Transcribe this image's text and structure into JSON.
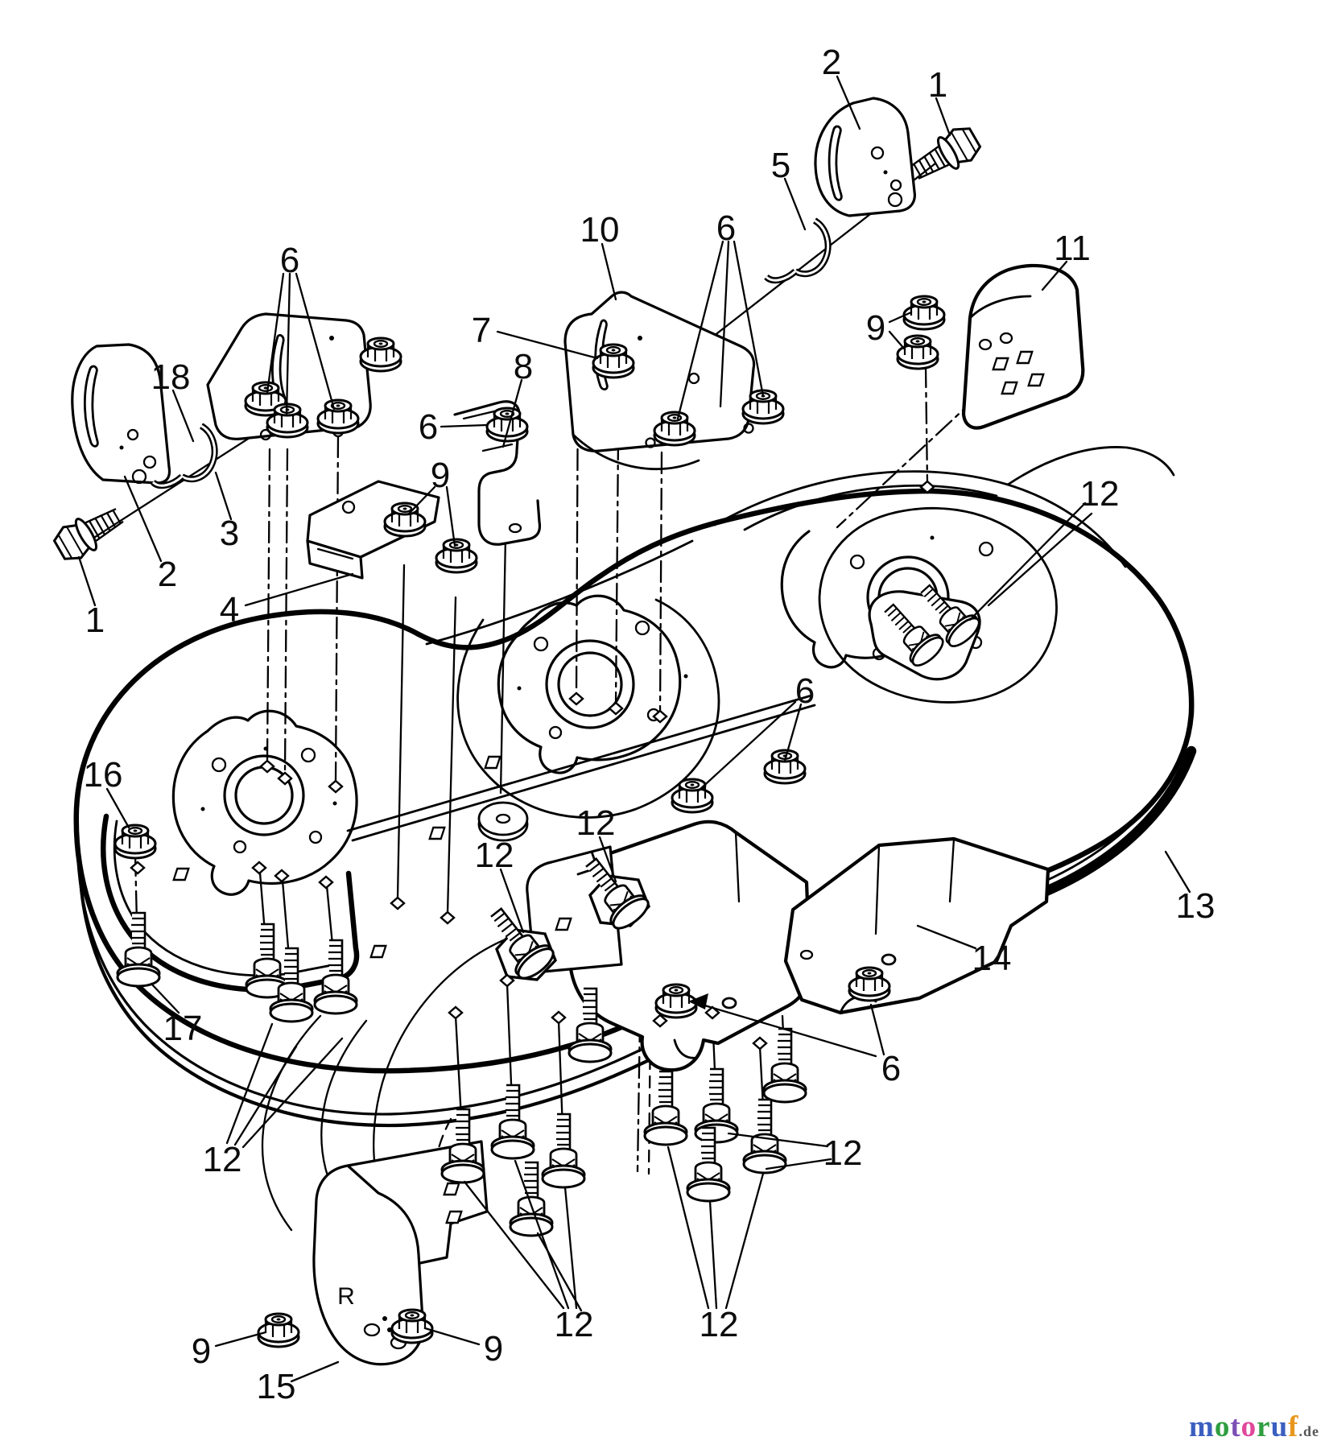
{
  "diagram": {
    "type": "exploded-parts-diagram",
    "subject": "Mower deck housing assembly",
    "background_color": "#ffffff",
    "line_color": "#000000",
    "callouts": [
      {
        "label": "2"
      },
      {
        "label": "1"
      },
      {
        "label": "5"
      },
      {
        "label": "10"
      },
      {
        "label": "6"
      },
      {
        "label": "11"
      },
      {
        "label": "6"
      },
      {
        "label": "9"
      },
      {
        "label": "7"
      },
      {
        "label": "8"
      },
      {
        "label": "18"
      },
      {
        "label": "6"
      },
      {
        "label": "9"
      },
      {
        "label": "12"
      },
      {
        "label": "3"
      },
      {
        "label": "2"
      },
      {
        "label": "4"
      },
      {
        "label": "1"
      },
      {
        "label": "6"
      },
      {
        "label": "16"
      },
      {
        "label": "12"
      },
      {
        "label": "12"
      },
      {
        "label": "13"
      },
      {
        "label": "14"
      },
      {
        "label": "17"
      },
      {
        "label": "6"
      },
      {
        "label": "12"
      },
      {
        "label": "12"
      },
      {
        "label": "12"
      },
      {
        "label": "12"
      },
      {
        "label": "9"
      },
      {
        "label": "9"
      },
      {
        "label": "15"
      }
    ],
    "part_stamp": "R",
    "logo": {
      "letters": [
        {
          "ch": "m",
          "color": "#3b5fc0"
        },
        {
          "ch": "o",
          "color": "#2f9e41"
        },
        {
          "ch": "t",
          "color": "#7c4fb5"
        },
        {
          "ch": "o",
          "color": "#e0489b"
        },
        {
          "ch": "r",
          "color": "#2f9e41"
        },
        {
          "ch": "u",
          "color": "#3b5fc0"
        },
        {
          "ch": "f",
          "color": "#e8971d"
        }
      ],
      "suffix": ".de",
      "suffix_color": "#555555"
    }
  }
}
